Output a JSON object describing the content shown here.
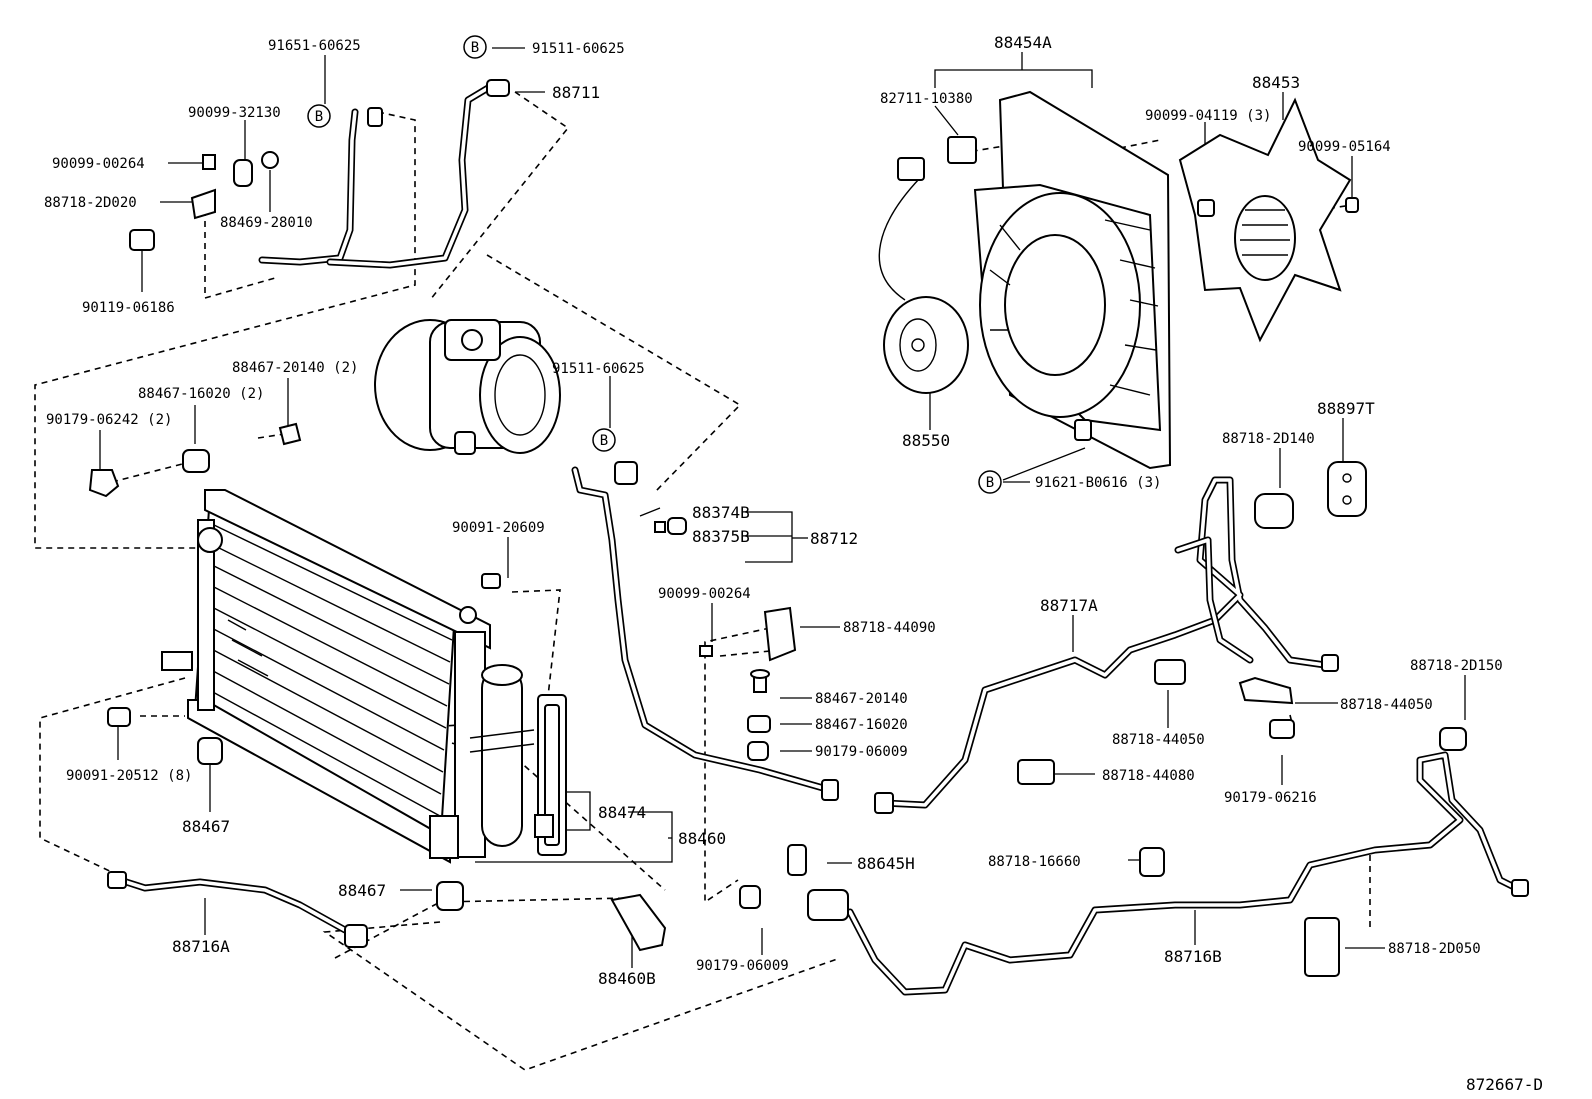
{
  "diagram_id": "872667-D",
  "callout_marker": "B",
  "labels": {
    "p91651_60625": "91651-60625",
    "p91511_60625_top": "91511-60625",
    "p88711": "88711",
    "p90099_32130": "90099-32130",
    "p90099_00264_a": "90099-00264",
    "p88718_2D020": "88718-2D020",
    "p88469_28010": "88469-28010",
    "p90119_06186": "90119-06186",
    "p88467_20140_2": "88467-20140 (2)",
    "p88467_16020_2": "88467-16020 (2)",
    "p90179_06242_2": "90179-06242 (2)",
    "p91511_60625_mid": "91511-60625",
    "p88374B": "88374B",
    "p88375B": "88375B",
    "p88712": "88712",
    "p90091_20609": "90091-20609",
    "p90099_00264_b": "90099-00264",
    "p88718_44090": "88718-44090",
    "p88467_20140": "88467-20140",
    "p88467_16020": "88467-16020",
    "p90179_06009_a": "90179-06009",
    "p90091_20512_8": "90091-20512 (8)",
    "p88467_a": "88467",
    "p88474": "88474",
    "p88460": "88460",
    "p88467_b": "88467",
    "p88716A": "88716A",
    "p88460B": "88460B",
    "p90179_06009_b": "90179-06009",
    "p88645H": "88645H",
    "p88454A": "88454A",
    "p82711_10380": "82711-10380",
    "p88453": "88453",
    "p90099_04119_3": "90099-04119 (3)",
    "p90099_05164": "90099-05164",
    "p88550": "88550",
    "p91621_B0616_3": "91621-B0616 (3)",
    "p88718_2D140": "88718-2D140",
    "p88897T": "88897T",
    "p88717A": "88717A",
    "p88718_44050_a": "88718-44050",
    "p88718_44050_b": "88718-44050",
    "p88718_44080": "88718-44080",
    "p90179_06216": "90179-06216",
    "p88718_2D150": "88718-2D150",
    "p88718_16660": "88718-16660",
    "p88716B": "88716B",
    "p88718_2D050": "88718-2D050"
  }
}
